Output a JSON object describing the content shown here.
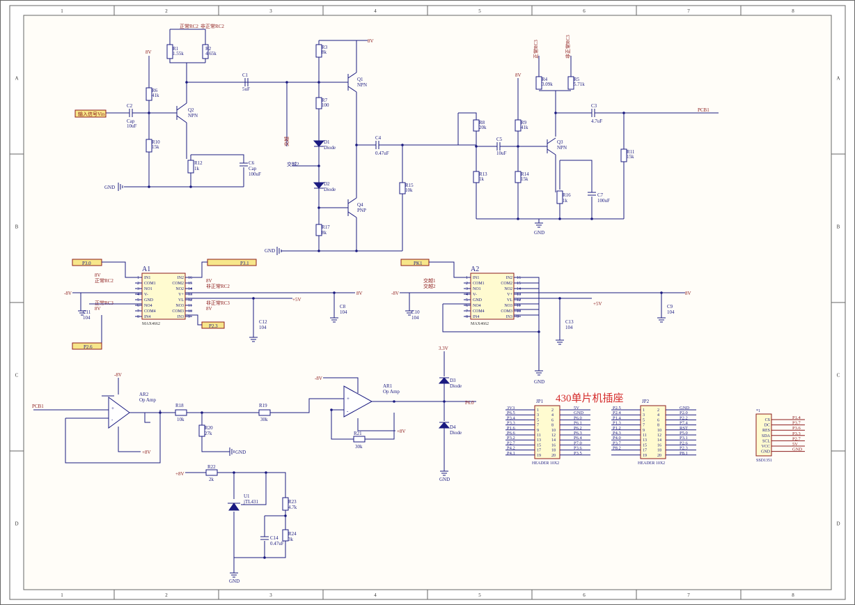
{
  "border": {
    "cols": [
      "1",
      "2",
      "3",
      "4",
      "5",
      "6",
      "7",
      "8"
    ],
    "rows": [
      "A",
      "B",
      "C",
      "D"
    ]
  },
  "sheet_title": "430单片机插座",
  "nets": {
    "v8": "8V",
    "gnd": "GND",
    "v8p": "+8V",
    "v8m": "-8V",
    "v5p": "+5V",
    "v33": "3.3V",
    "input": "输入信号Vin",
    "exchange": "交越",
    "exchange2": "交越2",
    "exchange1": "交越1",
    "normal_rc2": "正常RC2",
    "abnormal_rc2": "非正常RC2",
    "normal_rc3": "正常RC3",
    "abnormal_rc3": "非正常RC3",
    "pcb1": "PCB1",
    "p60": "P6.0",
    "p30": "P3.0",
    "p31": "P3.1",
    "p23": "P2.3",
    "p26": "P2.6",
    "pk1": "PK1"
  },
  "components": {
    "R1": [
      "R1",
      "1.55k"
    ],
    "R2": [
      "R2",
      "4.65k"
    ],
    "R3": [
      "R3",
      "8k"
    ],
    "R4": [
      "R4",
      "3.09k"
    ],
    "R5": [
      "R5",
      "5.71k"
    ],
    "R6": [
      "R6",
      "41k"
    ],
    "R7": [
      "R7",
      "100"
    ],
    "R8": [
      "R8",
      "20k"
    ],
    "R9": [
      "R9",
      "41k"
    ],
    "R10": [
      "R10",
      "15k"
    ],
    "R11": [
      "R11",
      "15k"
    ],
    "R12": [
      "R12",
      "1k"
    ],
    "R13": [
      "R13",
      "1k"
    ],
    "R14": [
      "R14",
      "15k"
    ],
    "R15": [
      "R15",
      "10k"
    ],
    "R16": [
      "R16",
      "1k"
    ],
    "R17": [
      "R17",
      "8k"
    ],
    "R18": [
      "R18",
      "10k"
    ],
    "R19": [
      "R19",
      "30k"
    ],
    "R20": [
      "R20",
      "27k"
    ],
    "R21": [
      "R21",
      "30k"
    ],
    "R22": [
      "R22",
      "2k"
    ],
    "R23": [
      "R23",
      "4.7k"
    ],
    "R24": [
      "R24",
      "3k"
    ],
    "C1": [
      "C1",
      "5uF"
    ],
    "C2": [
      "C2",
      "Cap",
      "10uF"
    ],
    "C3": [
      "C3",
      "4.7uF"
    ],
    "C4": [
      "C4",
      "0.47uF"
    ],
    "C5": [
      "C5",
      "10uF"
    ],
    "C6": [
      "C6",
      "Cap",
      "100uF"
    ],
    "C7": [
      "C7",
      "100uF"
    ],
    "C8": [
      "C8",
      "104"
    ],
    "C9": [
      "C9",
      "104"
    ],
    "C10": [
      "C10",
      "104"
    ],
    "C11": [
      "C11",
      "104"
    ],
    "C12": [
      "C12",
      "104"
    ],
    "C13": [
      "C13",
      "104"
    ],
    "C14": [
      "C14",
      "0.47uF"
    ],
    "Q1": [
      "Q1",
      "NPN"
    ],
    "Q2": [
      "Q2",
      "NPN"
    ],
    "Q3": [
      "Q3",
      "NPN"
    ],
    "Q4": [
      "Q4",
      "PNP"
    ],
    "D1": [
      "D1",
      "Diode"
    ],
    "D2": [
      "D2",
      "Diode"
    ],
    "D3": [
      "D3",
      "Diode"
    ],
    "D4": [
      "D4",
      "Diode"
    ],
    "U1": [
      "U1",
      "jTL431"
    ],
    "AR1": [
      "AR1",
      "Op Amp"
    ],
    "AR2": [
      "AR2",
      "Op Amp"
    ]
  },
  "max4662": {
    "part": "MAX4662",
    "left_pins": [
      [
        "IN1",
        "1"
      ],
      [
        "COM1",
        "2"
      ],
      [
        "NO1",
        "3"
      ],
      [
        "V-",
        "4"
      ],
      [
        "GND",
        "5"
      ],
      [
        "NO4",
        "6"
      ],
      [
        "COM4",
        "7"
      ],
      [
        "IN4",
        "8"
      ]
    ],
    "right_pins": [
      [
        "IN2",
        "16"
      ],
      [
        "COM2",
        "15"
      ],
      [
        "NO2",
        "14"
      ],
      [
        "V+",
        "13"
      ],
      [
        "VL",
        "12"
      ],
      [
        "NO3",
        "11"
      ],
      [
        "COM3",
        "10"
      ],
      [
        "IN3",
        "9"
      ]
    ],
    "a1": {
      "ref": "A1",
      "left_nets": [
        "8V",
        "正常RC2",
        "",
        "",
        "",
        "正常RC3",
        "8V",
        ""
      ],
      "right_nets": [
        "",
        "8V",
        "非正常RC2",
        "",
        "",
        "非正常RC3",
        "8V",
        ""
      ]
    },
    "a2": {
      "ref": "A2",
      "left_nets": [
        "",
        "交越1",
        "交越2",
        "",
        "",
        "",
        "",
        ""
      ],
      "right_nets": [
        "",
        "",
        "",
        "",
        "",
        "",
        "",
        ""
      ]
    }
  },
  "headers": {
    "part": "HEADER 10X2",
    "jp1": {
      "ref": "JP1",
      "left": [
        "3V3",
        "P6.5",
        "P3.4",
        "P3.3",
        "P1.6",
        "P6.6",
        "P3.2",
        "P2.7",
        "P4.2",
        "P4.1"
      ],
      "right": [
        "5V",
        "GND",
        "P6.0",
        "P6.1",
        "P6.2",
        "P6.3",
        "P6.4",
        "P7.0",
        "P3.6",
        "P3.5"
      ]
    },
    "jp2": {
      "ref": "JP2",
      "left": [
        "P2.5",
        "P2.4",
        "P1.4",
        "P1.3",
        "P1.2",
        "P4.3",
        "P4.0",
        "P3.7",
        "P8.2"
      ],
      "right": [
        "GND",
        "P2.0",
        "P2.2",
        "P7.4",
        "RST",
        "P5.0",
        "P3.1",
        "P2.6",
        "P2.3",
        "P8.1"
      ]
    },
    "pins_left": [
      "1",
      "3",
      "5",
      "7",
      "9",
      "11",
      "13",
      "15",
      "17",
      "19"
    ],
    "pins_right": [
      "2",
      "4",
      "6",
      "8",
      "10",
      "12",
      "14",
      "16",
      "18",
      "20"
    ]
  },
  "oled": {
    "ref": "*1",
    "part": "SSD1351",
    "pins": [
      "CS",
      "DC",
      "RES",
      "SDA",
      "SCL",
      "VCC",
      "GND"
    ],
    "nets": [
      "P1.4",
      "P3.7",
      "P3.6",
      "P3.3",
      "P2.7",
      "5V",
      "GND"
    ]
  }
}
